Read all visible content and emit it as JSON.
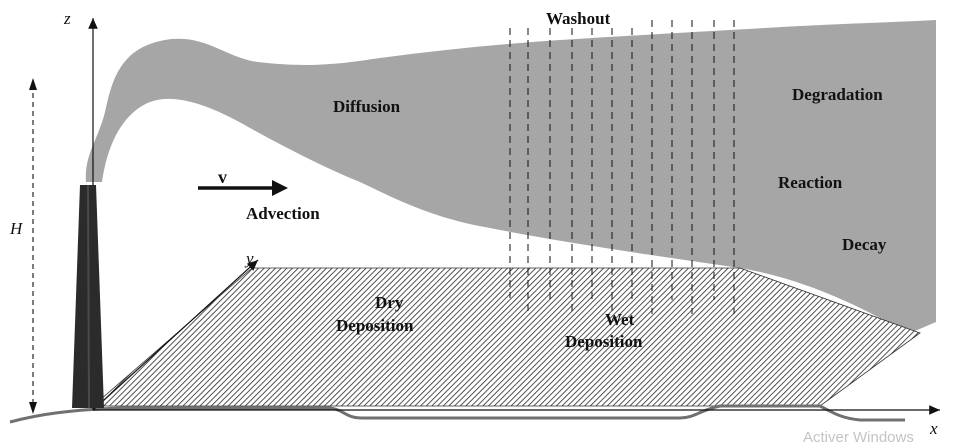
{
  "diagram": {
    "axes": {
      "z": "z",
      "x": "x",
      "y": "y",
      "height": "H"
    },
    "labels": {
      "washout": "Washout",
      "diffusion": "Diffusion",
      "degradation": "Degradation",
      "reaction": "Reaction",
      "decay": "Decay",
      "velocity": "v",
      "advection": "Advection",
      "dry_deposition_line1": "Dry",
      "dry_deposition_line2": "Deposition",
      "wet_deposition_line1": "Wet",
      "wet_deposition_line2": "Deposition"
    },
    "colors": {
      "plume": "#a6a6a6",
      "stack": "#2b2b2b",
      "ground": "#707070",
      "hatch": "#333333"
    }
  },
  "watermark": {
    "text": "Activer Windows"
  }
}
